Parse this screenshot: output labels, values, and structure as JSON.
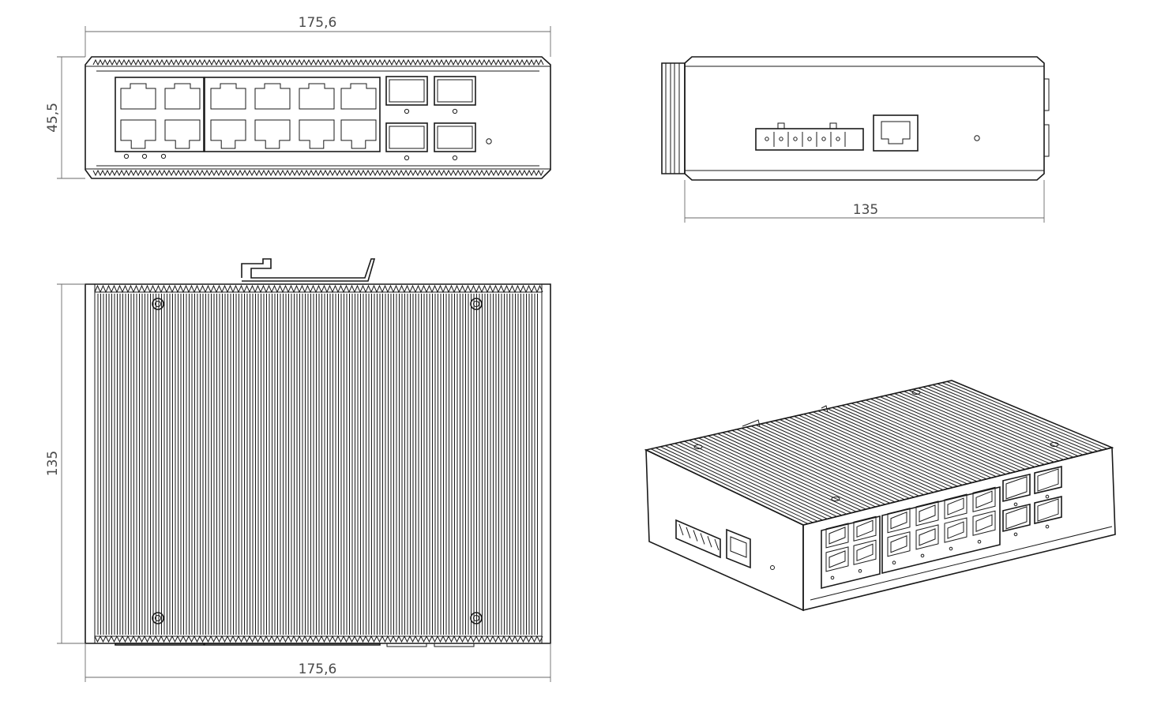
{
  "drawing": {
    "front_view": {
      "width_label": "175,6",
      "height_label": "45,5"
    },
    "side_view": {
      "depth_label": "135"
    },
    "top_view": {
      "height_label": "135",
      "width_label": "175,6"
    },
    "iso_view": {},
    "colors": {
      "line": "#1a1a1a",
      "dimension": "#6a6a6a",
      "text": "#4a4a4a",
      "background": "#ffffff"
    }
  }
}
